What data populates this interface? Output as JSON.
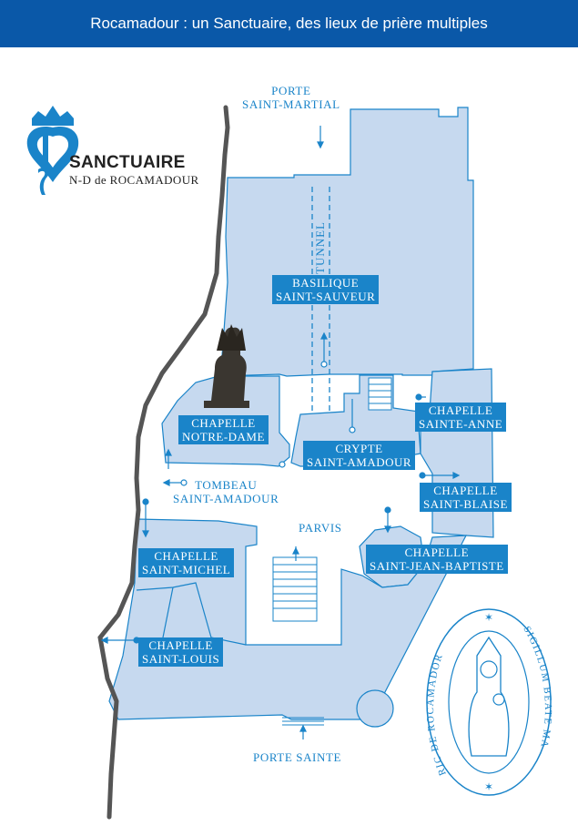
{
  "header": {
    "title": "Rocamadour : un Sanctuaire, des lieux de prière multiples"
  },
  "logo": {
    "title": "SANCTUAIRE",
    "subtitle": "N-D de ROCAMADOUR"
  },
  "places": {
    "porte_saint_martial": [
      "PORTE",
      "SAINT-MARTIAL"
    ],
    "tunnel": "TUNNEL",
    "basilique": [
      "BASILIQUE",
      "SAINT-SAUVEUR"
    ],
    "chapelle_notre_dame": [
      "CHAPELLE",
      "NOTRE-DAME"
    ],
    "chapelle_sainte_anne": [
      "CHAPELLE",
      "SAINTE-ANNE"
    ],
    "crypte": [
      "CRYPTE",
      "SAINT-AMADOUR"
    ],
    "tombeau": [
      "TOMBEAU",
      "SAINT-AMADOUR"
    ],
    "chapelle_saint_blaise": [
      "CHAPELLE",
      "SAINT-BLAISE"
    ],
    "parvis": "PARVIS",
    "chapelle_saint_jean_baptiste": [
      "CHAPELLE",
      "SAINT-JEAN-BAPTISTE"
    ],
    "chapelle_saint_michel": [
      "CHAPELLE",
      "SAINT-MICHEL"
    ],
    "chapelle_saint_louis": [
      "CHAPELLE",
      "SAINT-LOUIS"
    ],
    "porte_sainte": "PORTE SAINTE"
  },
  "seal": {
    "left_text": "RIC DE ROCAMADOR",
    "right_text": "SIGILLUM BEATE MA"
  },
  "colors": {
    "header": "#0a58a8",
    "fill": "#c6d9ef",
    "line": "#1a84c9",
    "cliff": "#555555"
  }
}
